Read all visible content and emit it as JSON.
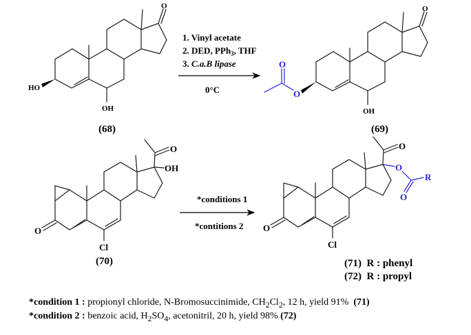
{
  "reaction1": {
    "reactant_label": "(68)",
    "product_label": "(69)",
    "steps": [
      "1. Vinyl acetate",
      "2. DED, PPh",
      "3. "
    ],
    "step2_sub": "3",
    "step2_tail": ", THF",
    "step3_italic": "C.a.B lipase",
    "temperature": "0°C",
    "atoms": {
      "ketone_o": "O",
      "ho": "HO",
      "oh": "OH",
      "acetate_o": "O",
      "ester_o": "O"
    }
  },
  "reaction2": {
    "reactant_label": "(70)",
    "condition_above": "*conditions 1",
    "condition_below": "*contitions 2",
    "product_labels": [
      "(71)  R : phenyl",
      "(72)  R : propyl"
    ],
    "atoms": {
      "ketone_o": "O",
      "oh": "OH",
      "enone_o": "O",
      "cl": "Cl",
      "ester_o": "O",
      "carbonyl_o": "O",
      "r": "R"
    }
  },
  "footnotes": [
    {
      "head": "*condition 1 :",
      "text_a": " propionyl chloride, N-Bromosuccinimide, CH",
      "sub1": "2",
      "text_b": "Cl",
      "sub2": "2",
      "text_c": ", 12 h, yield 91%  ",
      "ref": "(71)"
    },
    {
      "head": "*condition 2 :",
      "text_a": " benzoic acid, H",
      "sub1": "2",
      "text_b": "SO",
      "sub2": "4",
      "text_c": ", acetonitril, 20 h, yield 98% ",
      "ref": "(72)"
    }
  ],
  "colors": {
    "bond": "#1a1a1a",
    "highlight": "#2323d8"
  }
}
